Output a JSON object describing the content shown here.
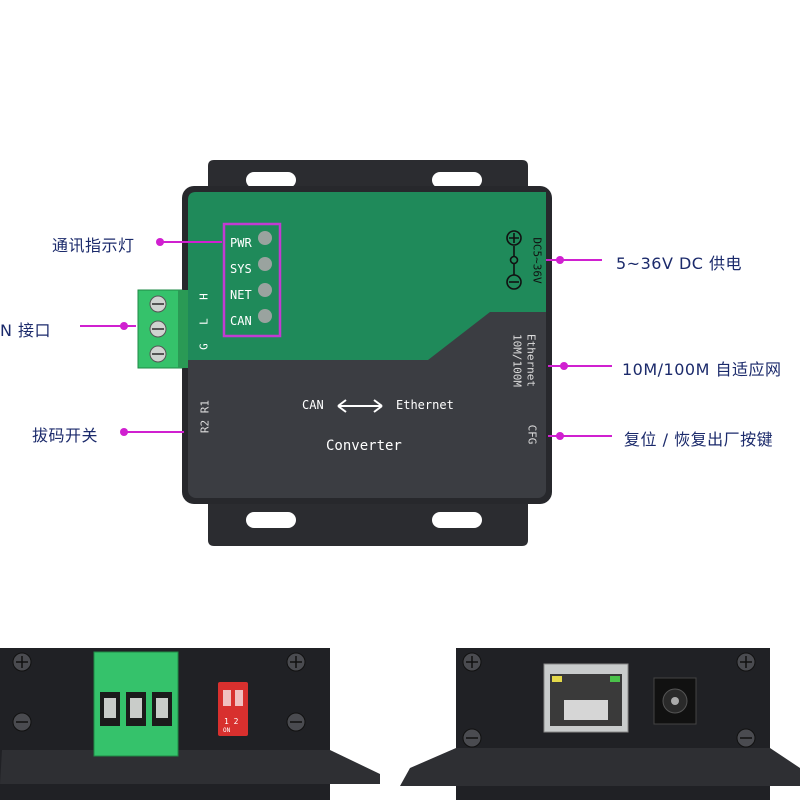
{
  "callouts": {
    "indicator_lights": "通讯指示灯",
    "can_interface": "N 接口",
    "dip_switch": "拔码开关",
    "power": "5~36V DC 供电",
    "ethernet": "10M/100M 自适应网",
    "reset": "复位 / 恢复出厂按键"
  },
  "device": {
    "leds": [
      "PWR",
      "SYS",
      "NET",
      "CAN"
    ],
    "terminal_labels": [
      "H",
      "L",
      "G"
    ],
    "power_label": "DC5~36V",
    "ethernet_label": "Ethernet",
    "ethernet_speed": "10M/100M",
    "switch_label": "R2 R1",
    "can_text": "CAN",
    "eth_text": "Ethernet",
    "converter_text": "Converter",
    "cfg_label": "CFG"
  },
  "colors": {
    "callout_line": "#d020d0",
    "panel_green": "#1f8a5a",
    "panel_dark": "#3b3d42",
    "terminal_green": "#35c26b",
    "dip_red": "#d8302e"
  }
}
